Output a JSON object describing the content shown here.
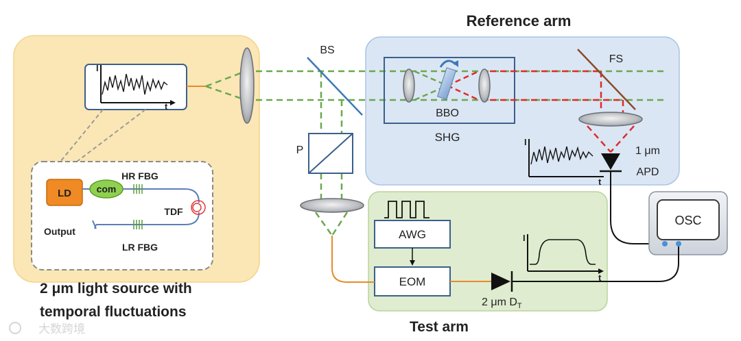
{
  "titles": {
    "reference_arm": "Reference arm",
    "test_arm": "Test arm",
    "source_line1": "2 μm light source with",
    "source_line2": "temporal fluctuations"
  },
  "labels": {
    "bs": "BS",
    "fs": "FS",
    "p": "P",
    "bbo": "BBO",
    "shg": "SHG",
    "apd_line1": "1 μm",
    "apd_line2": "APD",
    "osc": "OSC",
    "awg": "AWG",
    "eom": "EOM",
    "detector": "2 μm D",
    "detector_sub": "T",
    "ld": "LD",
    "com": "com",
    "hr_fbg": "HR FBG",
    "tdf": "TDF",
    "output": "Output",
    "lr_fbg": "LR FBG",
    "axis_i": "I",
    "axis_t": "t"
  },
  "watermark": "大数跨境",
  "colors": {
    "source_panel": "#fbe6b5",
    "reference_panel": "#dbe6f4",
    "test_panel": "#dfeccf",
    "reference_title": "#3b78b5",
    "test_title": "#5a9a3c",
    "source_title": "#c59b12",
    "beam_green": "#6aa84f",
    "beam_red": "#e02b2b",
    "fiber_orange": "#e8892b",
    "box_stroke": "#3a5f8a",
    "ld_fill": "#f08a24",
    "com_fill": "#8fd14f"
  }
}
